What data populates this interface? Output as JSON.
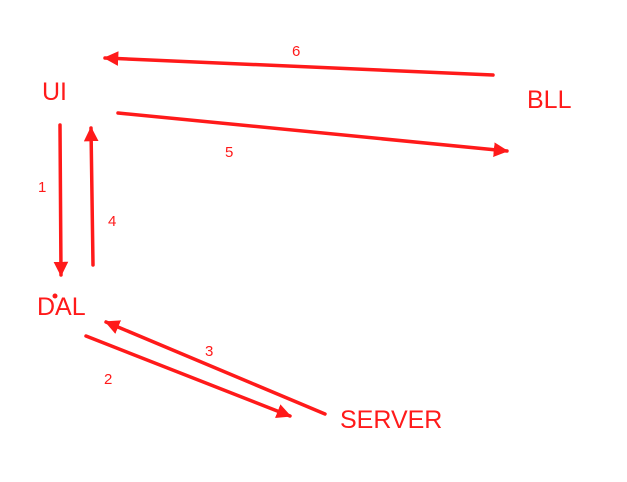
{
  "colors": {
    "accent": "#ff1a1a",
    "background": "#ffffff"
  },
  "nodes": {
    "ui": "UI",
    "bll": "BLL",
    "dal": "DAL",
    "server": "SERVER"
  },
  "steps": {
    "s1": "1",
    "s2": "2",
    "s3": "3",
    "s4": "4",
    "s5": "5",
    "s6": "6"
  }
}
